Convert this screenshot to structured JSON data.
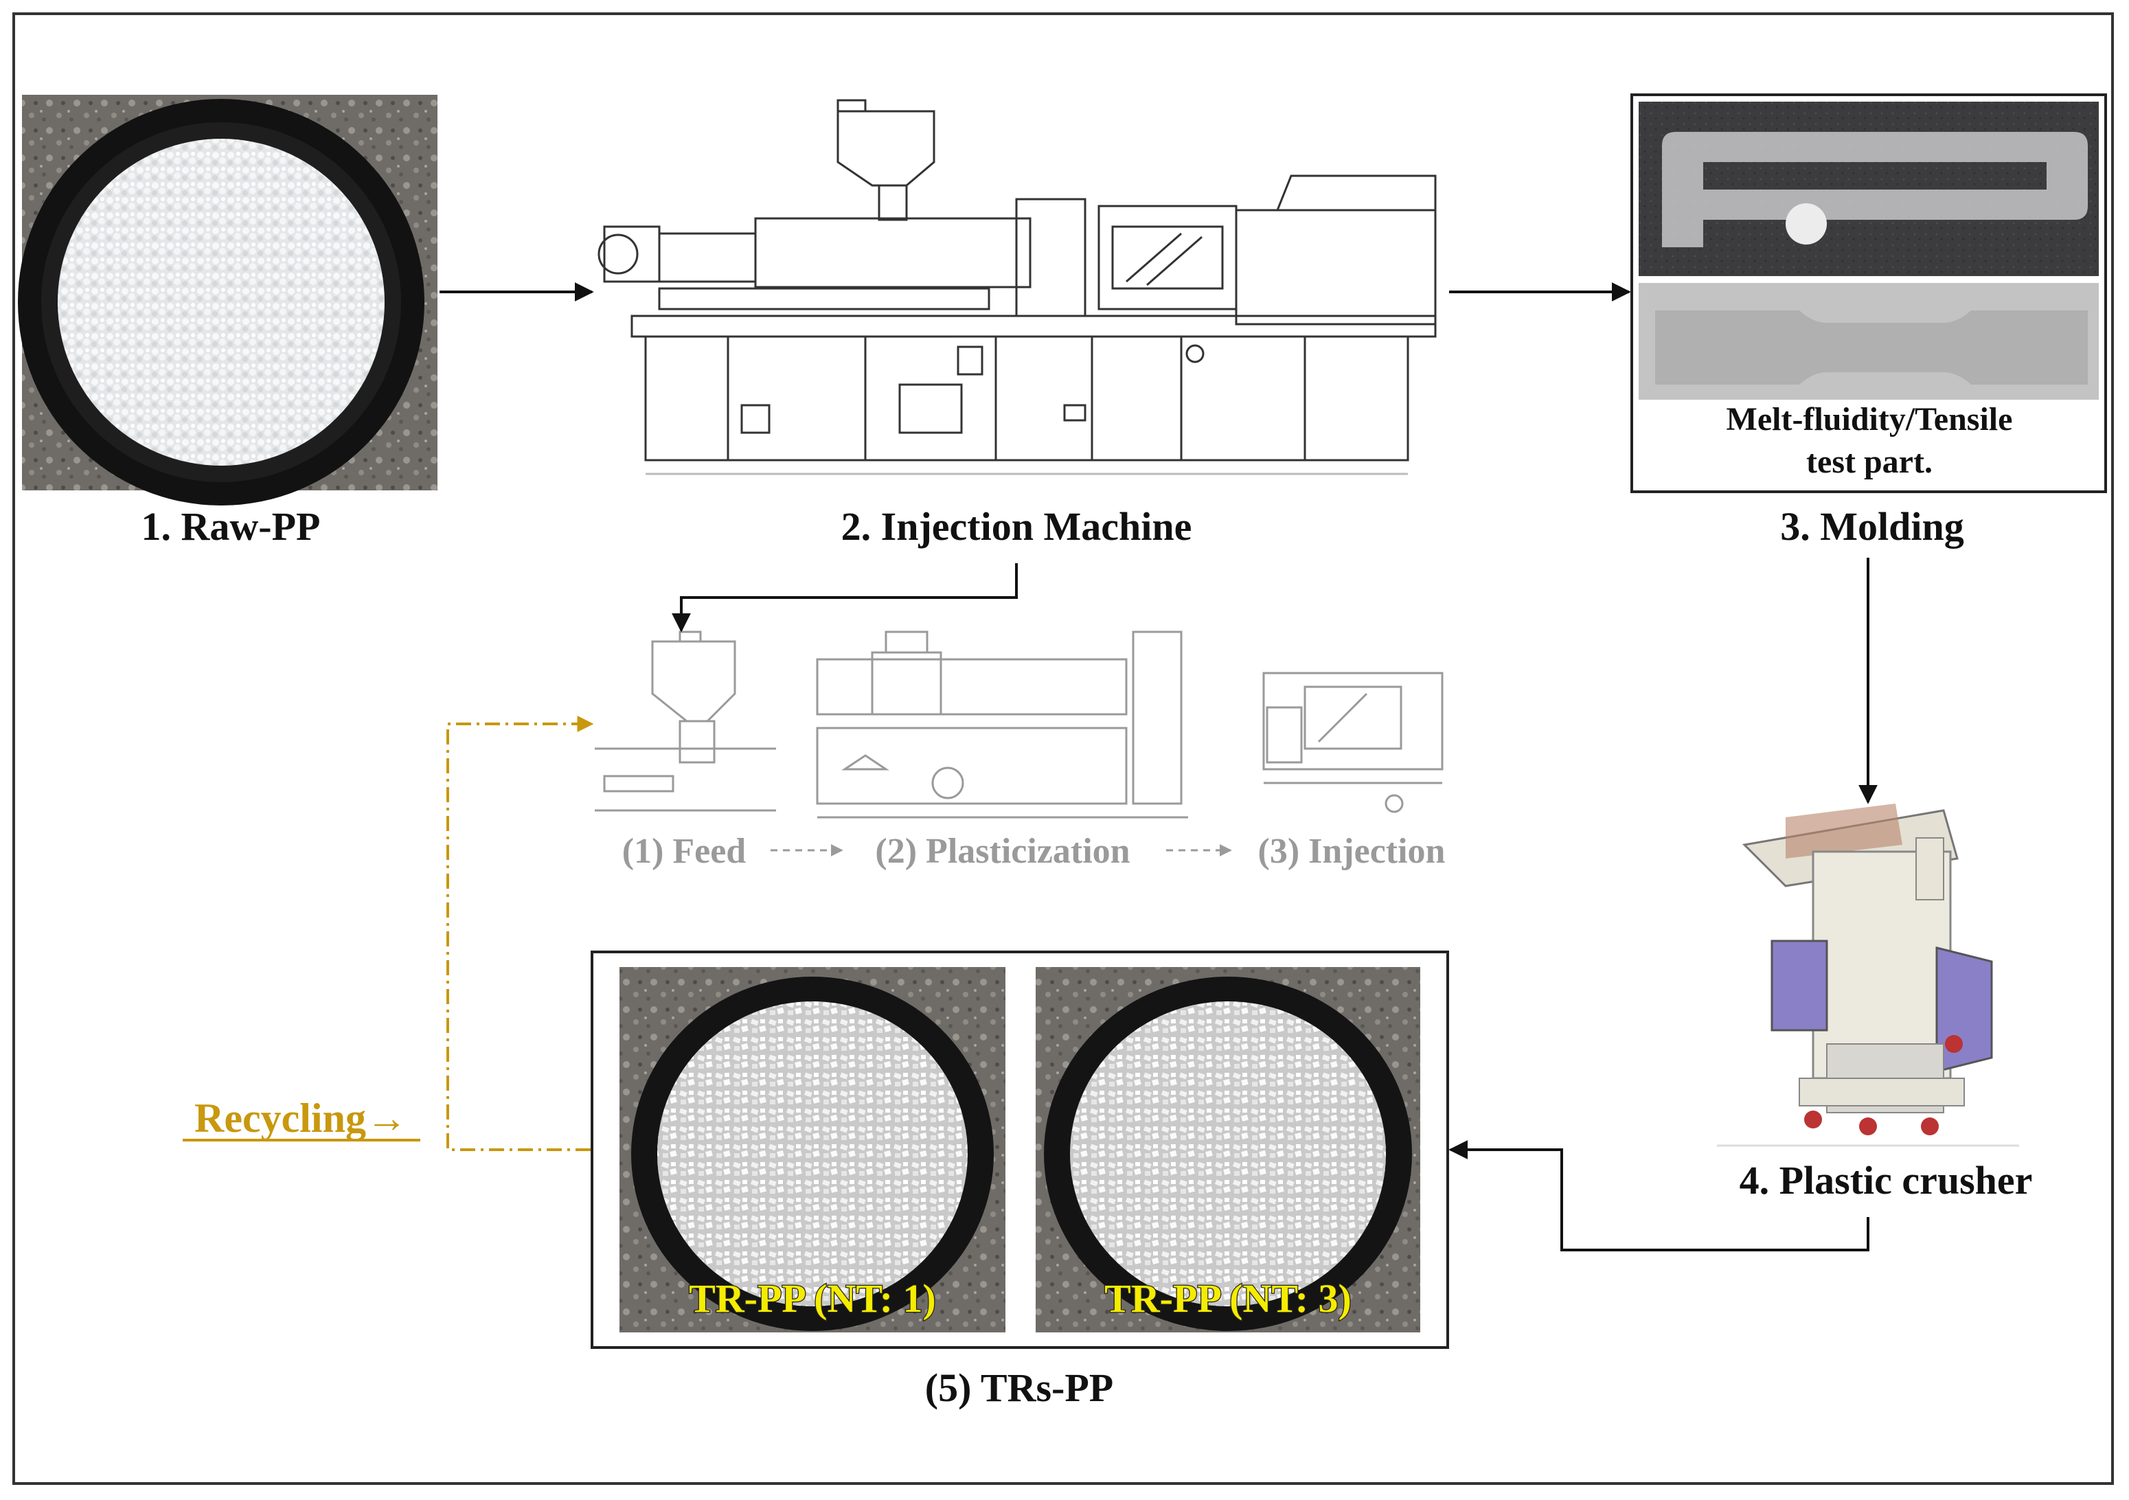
{
  "steps": {
    "raw_pp": "1. Raw-PP",
    "injection_machine": "2. Injection Machine",
    "molding": "3. Molding",
    "crusher": "4. Plastic crusher",
    "trs_pp": "(5) TRs-PP"
  },
  "molding_caption": {
    "line1": "Melt-fluidity/Tensile",
    "line2": "test part."
  },
  "substeps": {
    "feed": "(1) Feed",
    "plasticization": "(2) Plasticization",
    "injection": "(3) Injection"
  },
  "samples": [
    "TR-PP (NT: 1)",
    "TR-PP (NT: 3)"
  ],
  "recycling": "Recycling→",
  "colors": {
    "arrow": "#111111",
    "recycling": "#c8980e",
    "sample_label": "#f5ec00",
    "substep_text": "#9a9a9a",
    "crusher_accent": "#8a80c8"
  }
}
